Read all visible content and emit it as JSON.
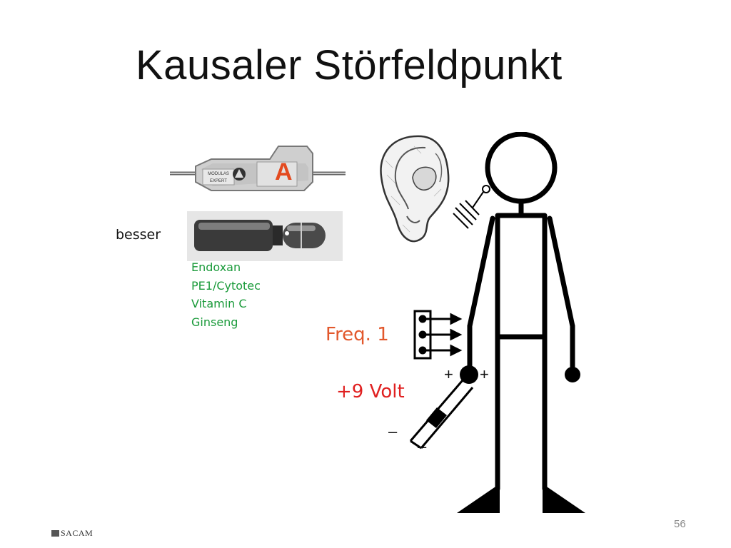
{
  "slide": {
    "title": "Kausaler Störfeldpunkt",
    "page_number": "56",
    "logo_text": "SACAM"
  },
  "device": {
    "brand_text": "MODULAS EXPERT",
    "mode_letter": "A"
  },
  "label_better": "besser",
  "substances": [
    "Endoxan",
    "PE1/Cytotec",
    "Vitamin C",
    "Ginseng"
  ],
  "frequency_label": "Freq.  1",
  "voltage_label": "+9 Volt",
  "polarity": {
    "plus": "+",
    "minus": "–"
  },
  "colors": {
    "substances": "#1a9a3a",
    "frequency": "#e2582c",
    "voltage": "#e02020",
    "device_letter": "#e34a1f"
  }
}
